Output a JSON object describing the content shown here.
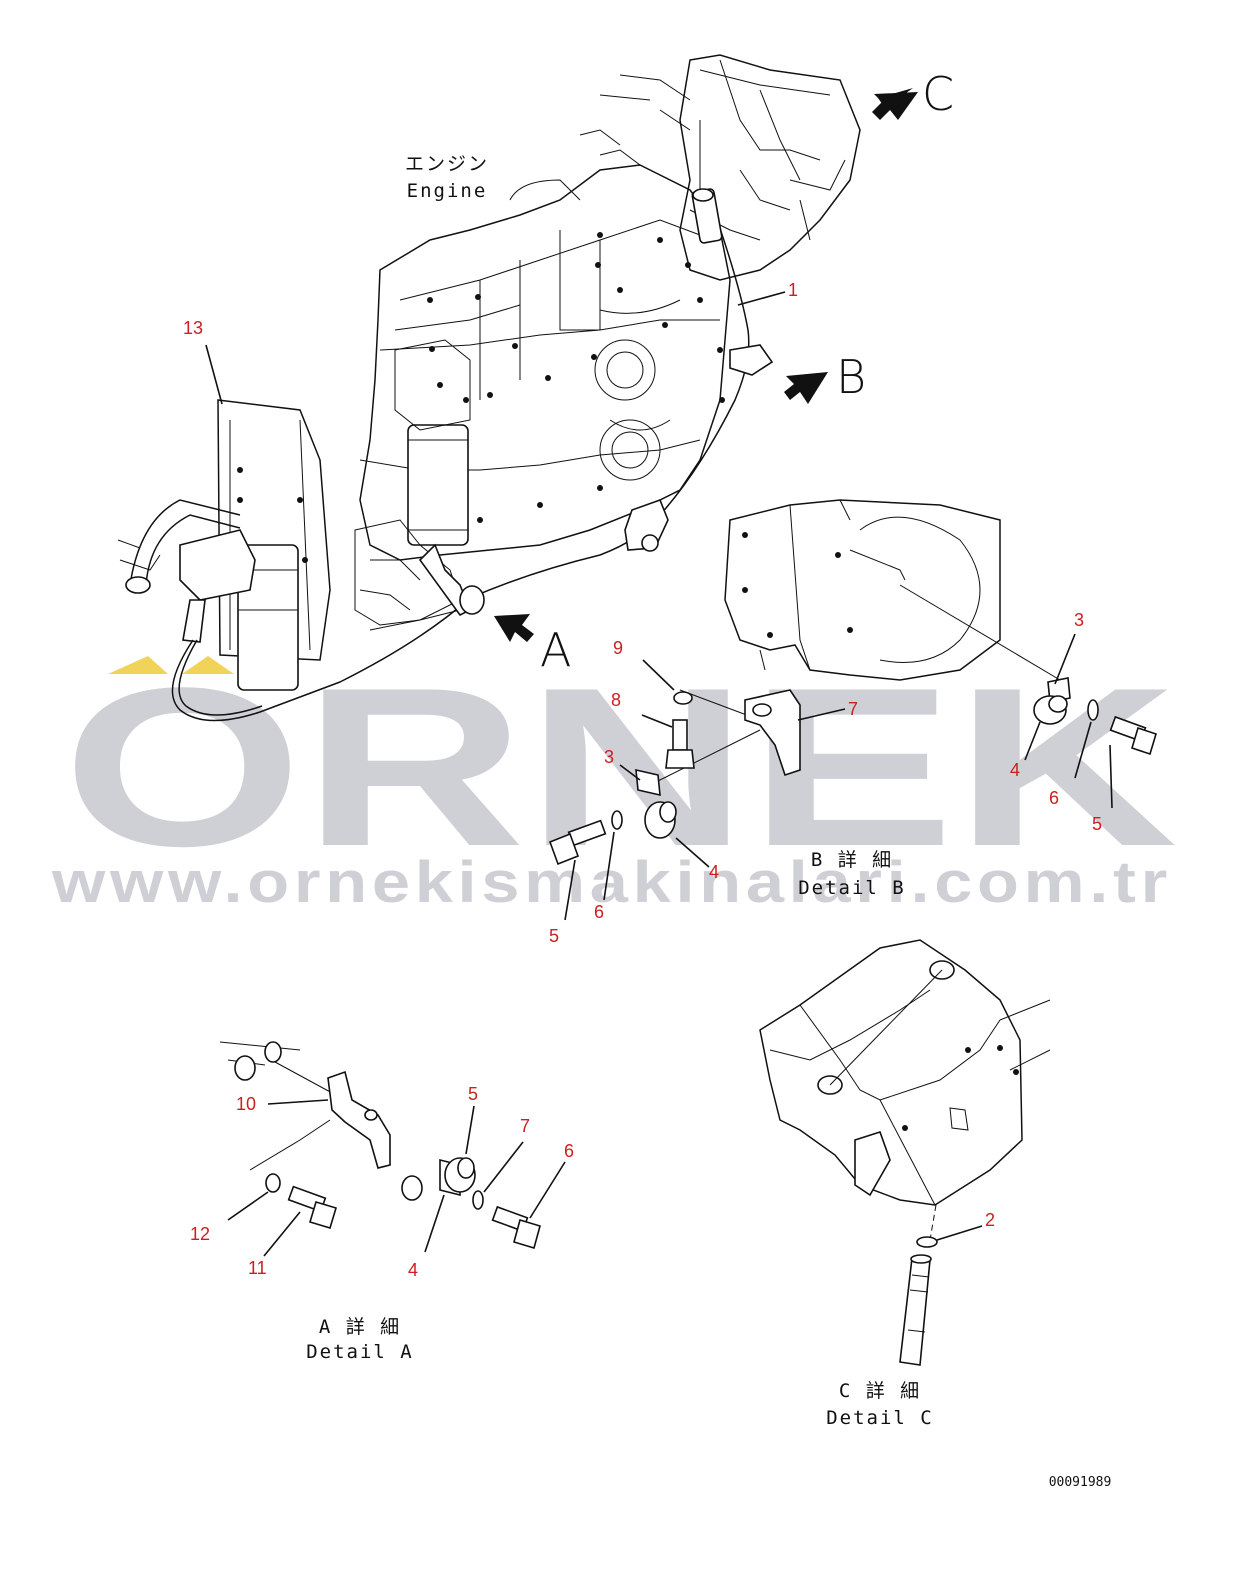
{
  "watermark": {
    "brand": "ORNEK",
    "url": "www.ornekismakinalari.com.tr",
    "accent_color": "#f2d35a",
    "gray_color": "#cfcfd6"
  },
  "engine_label": {
    "jp": "エンジン",
    "en": "Engine"
  },
  "view_arrows": [
    {
      "letter": "A"
    },
    {
      "letter": "B"
    },
    {
      "letter": "C"
    }
  ],
  "details": {
    "A": {
      "jp": "A 詳 細",
      "en": "Detail A"
    },
    "B": {
      "jp": "B 詳 細",
      "en": "Detail B"
    },
    "C": {
      "jp": "C 詳 細",
      "en": "Detail C"
    }
  },
  "callouts": {
    "main": [
      "1",
      "13"
    ],
    "detail_b": [
      "9",
      "8",
      "3",
      "7",
      "5",
      "6",
      "4",
      "3",
      "4",
      "6",
      "5"
    ],
    "detail_a": [
      "10",
      "5",
      "7",
      "6",
      "12",
      "11",
      "4"
    ],
    "detail_c": [
      "2"
    ]
  },
  "drawing_code": "00091989"
}
